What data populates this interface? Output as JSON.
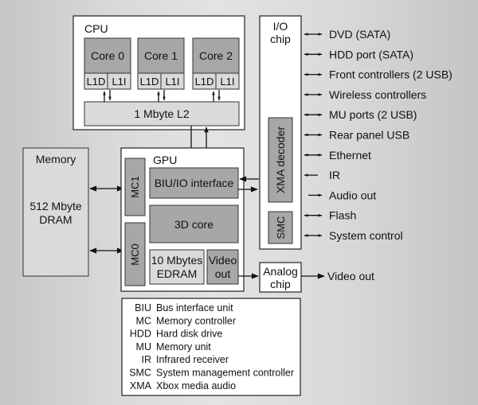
{
  "diagram": {
    "cpu": {
      "title": "CPU",
      "cores": [
        {
          "name": "Core 0",
          "l1d": "L1D",
          "l1i": "L1I"
        },
        {
          "name": "Core 1",
          "l1d": "L1D",
          "l1i": "L1I"
        },
        {
          "name": "Core 2",
          "l1d": "L1D",
          "l1i": "L1I"
        }
      ],
      "l2": "1 Mbyte L2"
    },
    "memory": {
      "title": "Memory",
      "line1": "512 Mbyte",
      "line2": "DRAM"
    },
    "gpu": {
      "title": "GPU",
      "mc1": "MC1",
      "mc0": "MC0",
      "biu": "BIU/IO interface",
      "core3d": "3D core",
      "edram_line1": "10 Mbytes",
      "edram_line2": "EDRAM",
      "video_line1": "Video",
      "video_line2": "out"
    },
    "io_chip": {
      "title_line1": "I/O",
      "title_line2": "chip",
      "xma": "XMA decoder",
      "smc": "SMC"
    },
    "analog_chip": {
      "line1": "Analog",
      "line2": "chip"
    },
    "video_out_label": "Video out",
    "io_ports": [
      {
        "label": "DVD (SATA)",
        "direction": "bidirectional"
      },
      {
        "label": "HDD port (SATA)",
        "direction": "bidirectional"
      },
      {
        "label": "Front controllers (2 USB)",
        "direction": "bidirectional"
      },
      {
        "label": "Wireless controllers",
        "direction": "bidirectional"
      },
      {
        "label": "MU ports (2 USB)",
        "direction": "bidirectional"
      },
      {
        "label": "Rear panel USB",
        "direction": "bidirectional"
      },
      {
        "label": "Ethernet",
        "direction": "bidirectional"
      },
      {
        "label": "IR",
        "direction": "in"
      },
      {
        "label": "Audio out",
        "direction": "out"
      },
      {
        "label": "Flash",
        "direction": "bidirectional"
      },
      {
        "label": "System control",
        "direction": "bidirectional"
      }
    ],
    "legend": [
      {
        "abbr": "BIU",
        "desc": "Bus interface unit"
      },
      {
        "abbr": "MC",
        "desc": "Memory controller"
      },
      {
        "abbr": "HDD",
        "desc": "Hard disk drive"
      },
      {
        "abbr": "MU",
        "desc": "Memory unit"
      },
      {
        "abbr": "IR",
        "desc": "Infrared receiver"
      },
      {
        "abbr": "SMC",
        "desc": "System management controller"
      },
      {
        "abbr": "XMA",
        "desc": "Xbox media audio"
      }
    ]
  }
}
